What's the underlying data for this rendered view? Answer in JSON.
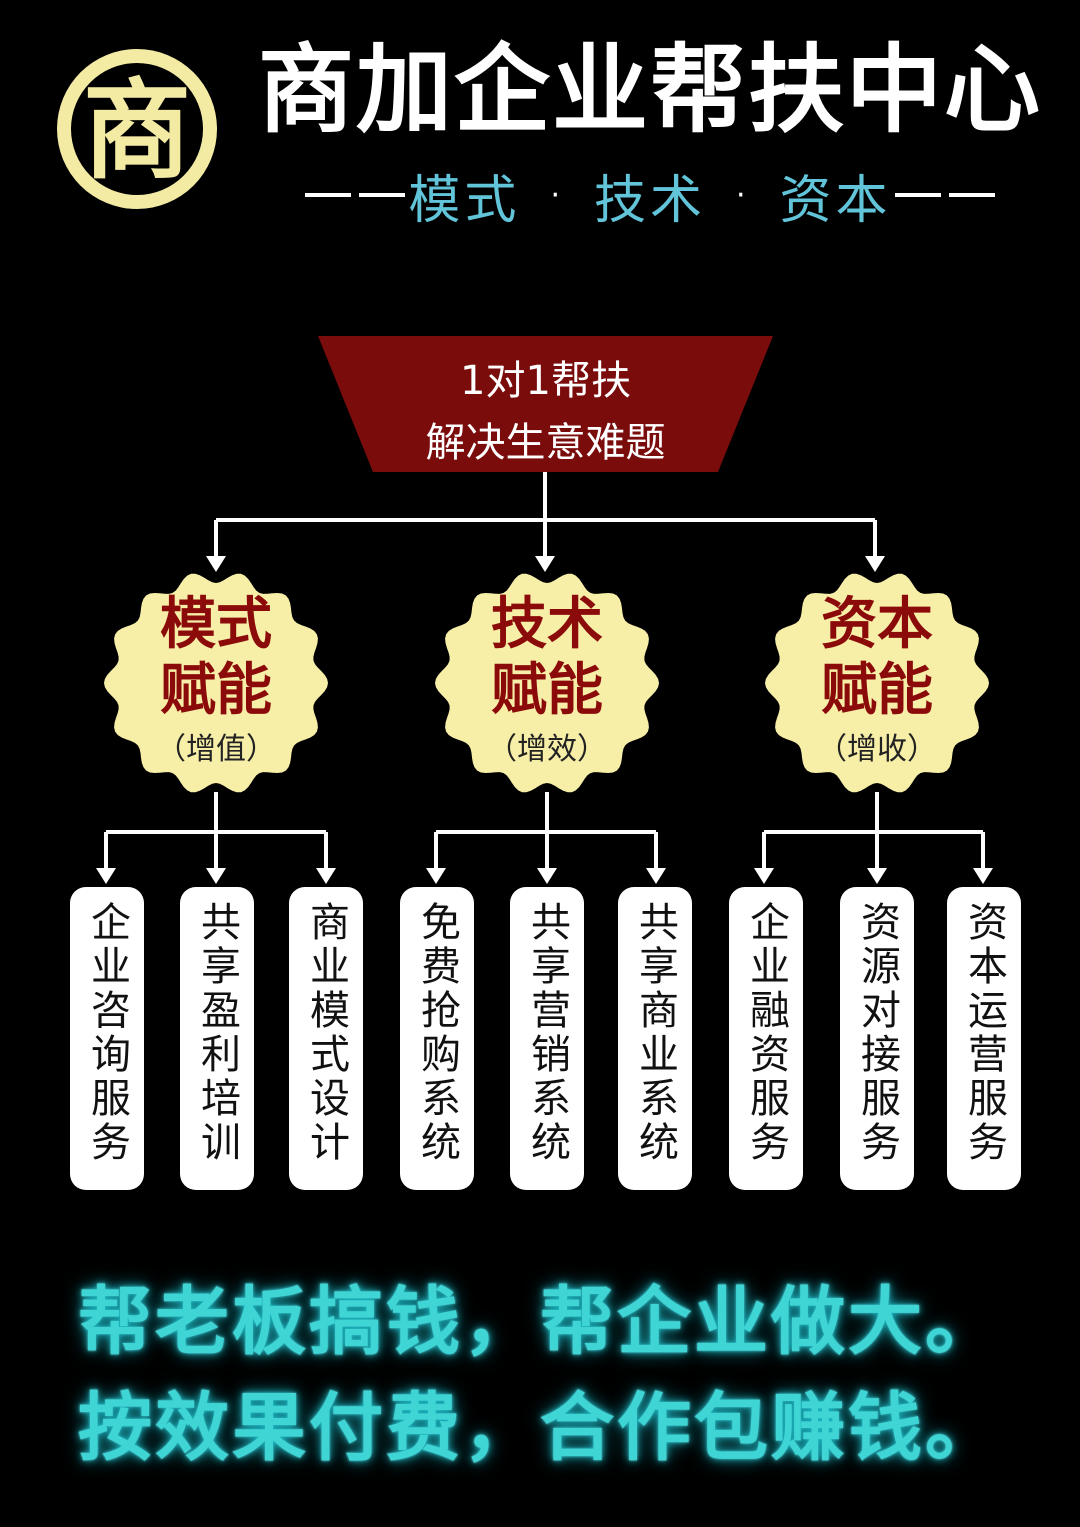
{
  "header": {
    "logo_char": "商",
    "title": "商加企业帮扶中心",
    "slogan": [
      "模式",
      "技术",
      "资本"
    ],
    "separator": "·"
  },
  "top_box": {
    "line1": "1对1帮扶",
    "line2": "解决生意难题"
  },
  "branches": [
    {
      "line1": "模式",
      "line2": "赋能",
      "sub": "（增值）",
      "services": [
        "企业咨询服务",
        "共享盈利培训",
        "商业模式设计"
      ]
    },
    {
      "line1": "技术",
      "line2": "赋能",
      "sub": "（增效）",
      "services": [
        "免费抢购系统",
        "共享营销系统",
        "共享商业系统"
      ]
    },
    {
      "line1": "资本",
      "line2": "赋能",
      "sub": "（增收）",
      "services": [
        "企业融资服务",
        "资源对接服务",
        "资本运营服务"
      ]
    }
  ],
  "footer": {
    "line1": "帮老板搞钱，帮企业做大。",
    "line2": "按效果付费，合作包赚钱。"
  },
  "colors": {
    "background": "#000000",
    "logo_gold": "#f3eaa4",
    "funnel_red": "#7a0c0c",
    "badge_fill": "#f7efa8",
    "badge_text": "#8b0b0b",
    "slogan_teal": "#62c4d8",
    "footer_glow": "#3fd5d5"
  }
}
